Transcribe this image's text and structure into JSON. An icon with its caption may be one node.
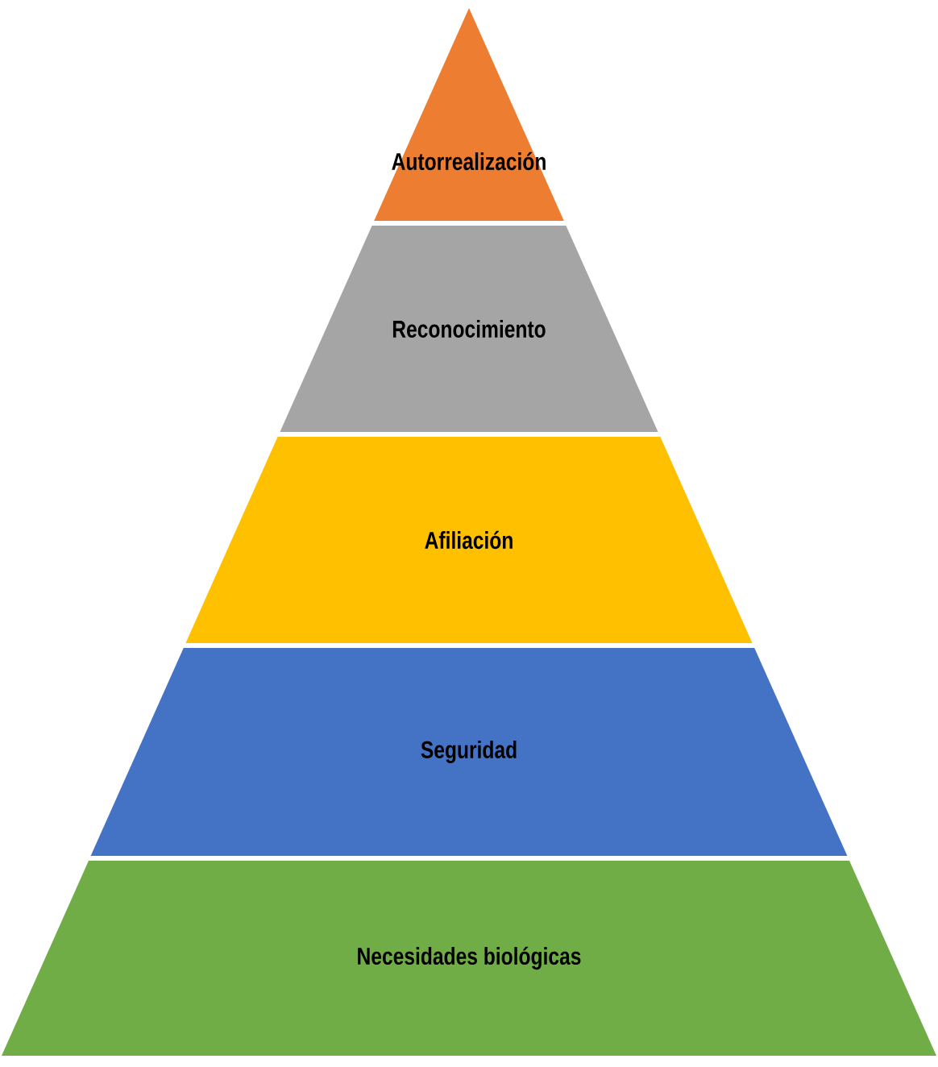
{
  "diagram": {
    "nodes": [
      {
        "text": [
          "Autorrealización"
        ]
      },
      {
        "text": [
          "Reconocimiento"
        ]
      },
      {
        "text": [
          "Afiliación"
        ]
      },
      {
        "text": [
          "Seguridad"
        ]
      },
      {
        "text": [
          "Necesidades biológicas"
        ]
      }
    ]
  }
}
